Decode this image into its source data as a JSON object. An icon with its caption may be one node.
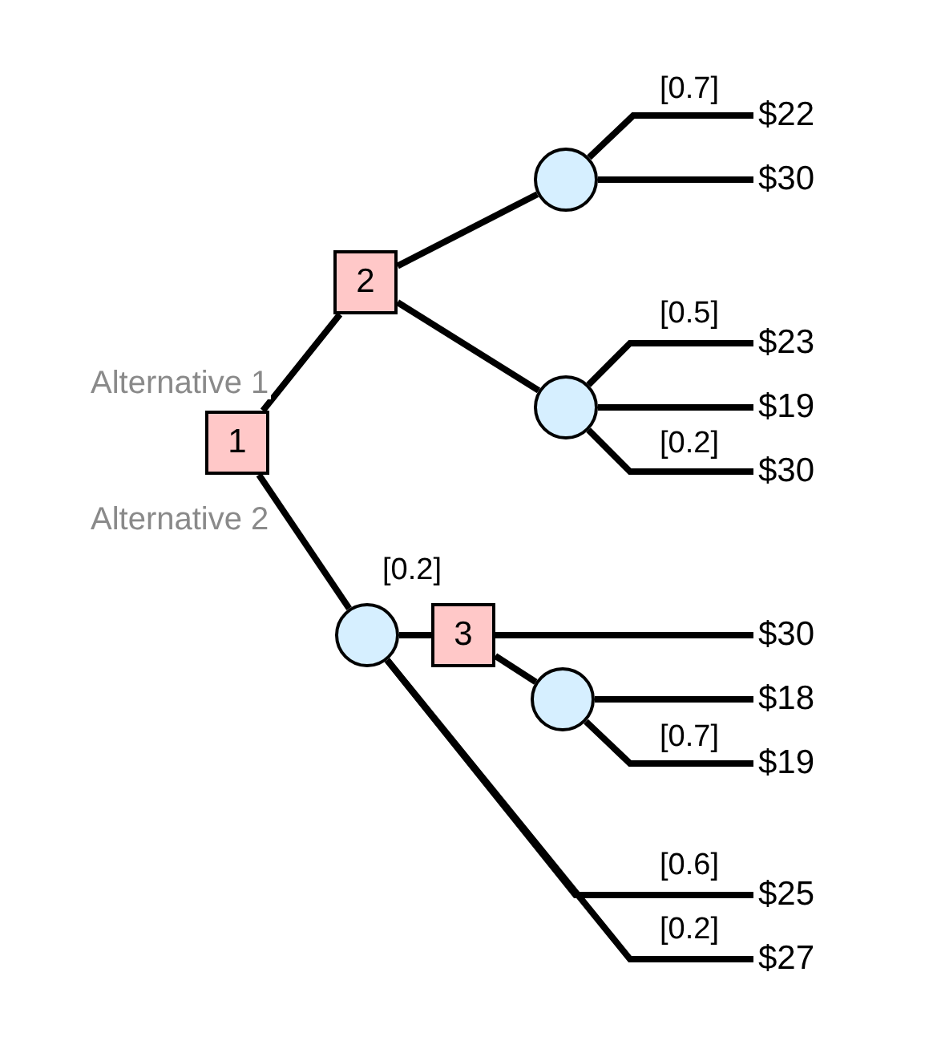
{
  "diagram": {
    "nodes": [
      {
        "text": [
          "1"
        ]
      },
      {
        "text": [
          "2"
        ]
      },
      {
        "text": [],
        "shape": "circle"
      },
      {
        "text": [
          "$22"
        ]
      },
      {
        "text": [
          "$30"
        ]
      },
      {
        "text": [],
        "shape": "circle"
      },
      {
        "text": [
          "$23"
        ]
      },
      {
        "text": [
          "$19"
        ]
      },
      {
        "text": [
          "$30"
        ]
      },
      {
        "text": [],
        "shape": "circle"
      },
      {
        "text": [
          "3"
        ]
      },
      {
        "text": [
          "$30"
        ]
      },
      {
        "text": [],
        "shape": "circle"
      },
      {
        "text": [
          "$18"
        ]
      },
      {
        "text": [
          "$19"
        ]
      },
      {
        "text": [
          "$25"
        ]
      },
      {
        "text": [
          "$27"
        ]
      }
    ],
    "edges": [
      {
        "from": 0,
        "to": 1,
        "arrow": "none",
        "label": "Alternative 1"
      },
      {
        "from": 1,
        "to": 2,
        "arrow": "none"
      },
      {
        "from": 1,
        "to": 5,
        "arrow": "none"
      },
      {
        "from": 2,
        "to": 3,
        "arrow": "none",
        "label": "[0.7]"
      },
      {
        "from": 2,
        "to": 4,
        "arrow": "none"
      },
      {
        "from": 5,
        "to": 6,
        "arrow": "none",
        "label": "[0.5]"
      },
      {
        "from": 5,
        "to": 7,
        "arrow": "none"
      },
      {
        "from": 5,
        "to": 8,
        "arrow": "none",
        "label": "[0.2]"
      },
      {
        "from": 0,
        "to": 9,
        "arrow": "none",
        "label": "Alternative 2"
      },
      {
        "from": 9,
        "to": 10,
        "arrow": "none",
        "label": "[0.2]"
      },
      {
        "from": 10,
        "to": 11,
        "arrow": "none"
      },
      {
        "from": 10,
        "to": 12,
        "arrow": "none"
      },
      {
        "from": 12,
        "to": 13,
        "arrow": "none"
      },
      {
        "from": 12,
        "to": 14,
        "arrow": "none",
        "label": "[0.7]"
      },
      {
        "from": 9,
        "to": 15,
        "arrow": "none",
        "label": "[0.6]"
      },
      {
        "from": 9,
        "to": 16,
        "arrow": "none",
        "label": "[0.2]"
      }
    ]
  }
}
